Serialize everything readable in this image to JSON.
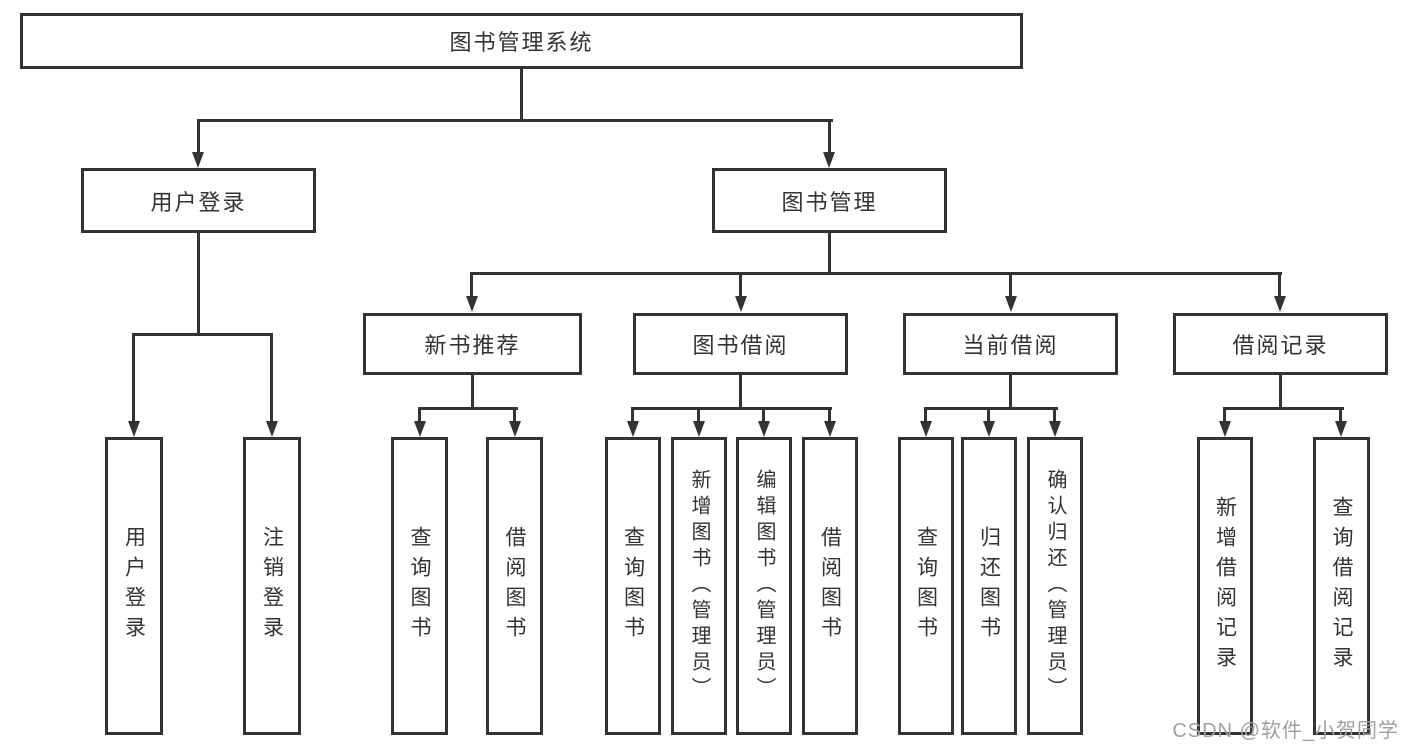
{
  "diagram_title": "图书管理系统",
  "watermark": "CSDN @软件_小贺同学",
  "colors": {
    "line": "#333333",
    "box_border": "#333333",
    "box_fill": "#ffffff",
    "text": "#333333",
    "watermark_text": "#a0a0a0"
  },
  "tree": {
    "root": {
      "label": "图书管理系统"
    },
    "branches": [
      {
        "label": "用户登录",
        "children": [
          {
            "label": "用户登录"
          },
          {
            "label": "注销登录"
          }
        ]
      },
      {
        "label": "图书管理",
        "children": [
          {
            "label": "新书推荐",
            "children": [
              {
                "label": "查询图书"
              },
              {
                "label": "借阅图书"
              }
            ]
          },
          {
            "label": "图书借阅",
            "children": [
              {
                "label": "查询图书"
              },
              {
                "label": "新增图书（管理员）"
              },
              {
                "label": "编辑图书（管理员）"
              },
              {
                "label": "借阅图书"
              }
            ]
          },
          {
            "label": "当前借阅",
            "children": [
              {
                "label": "查询图书"
              },
              {
                "label": "归还图书"
              },
              {
                "label": "确认归还（管理员）"
              }
            ]
          },
          {
            "label": "借阅记录",
            "children": [
              {
                "label": "新增借阅记录"
              },
              {
                "label": "查询借阅记录"
              }
            ]
          }
        ]
      }
    ]
  }
}
